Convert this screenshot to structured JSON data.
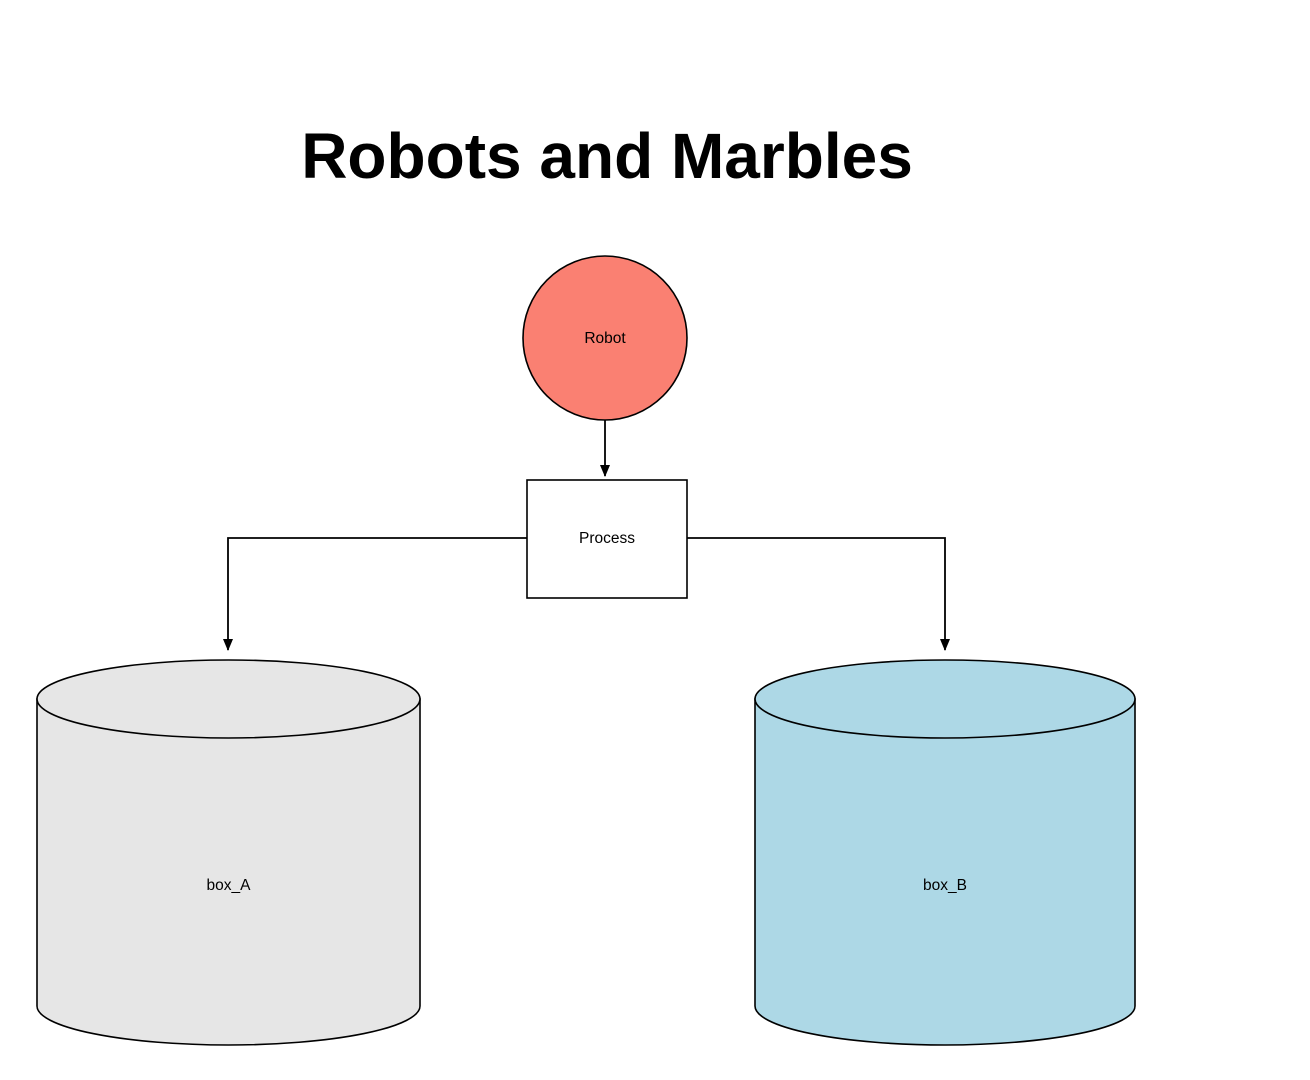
{
  "diagram": {
    "title": "Robots and Marbles",
    "nodes": {
      "robot": {
        "label": "Robot",
        "shape": "circle",
        "fill": "#FA8072"
      },
      "process": {
        "label": "Process",
        "shape": "rectangle",
        "fill": "#FFFFFF"
      },
      "box_a": {
        "label": "box_A",
        "shape": "cylinder",
        "fill": "#E6E6E6"
      },
      "box_b": {
        "label": "box_B",
        "shape": "cylinder",
        "fill": "#ADD8E6"
      }
    },
    "edges": [
      {
        "from": "Robot",
        "to": "Process"
      },
      {
        "from": "Process",
        "to": "box_A"
      },
      {
        "from": "Process",
        "to": "box_B"
      }
    ]
  }
}
